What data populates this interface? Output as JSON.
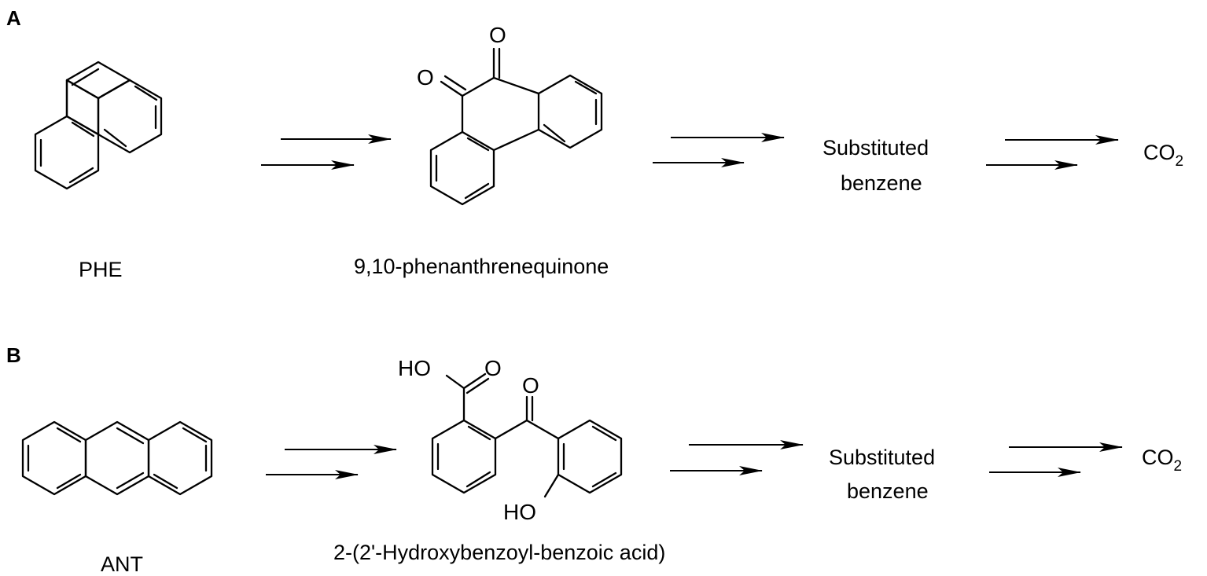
{
  "panel_a": {
    "letter": "A",
    "start_compound": "PHE",
    "intermediate": "9,10-phenanthrenequinone",
    "product_line1": "Substituted",
    "product_line2": "benzene",
    "final_product": "CO",
    "final_subscript": "2",
    "oxygen_label": "O"
  },
  "panel_b": {
    "letter": "B",
    "start_compound": "ANT",
    "intermediate": "2-(2'-Hydroxybenzoyl-benzoic acid)",
    "product_line1": "Substituted",
    "product_line2": "benzene",
    "final_product": "CO",
    "final_subscript": "2",
    "oxygen_label": "O",
    "acid_label": "HO",
    "hydroxyl_label": "HO"
  }
}
